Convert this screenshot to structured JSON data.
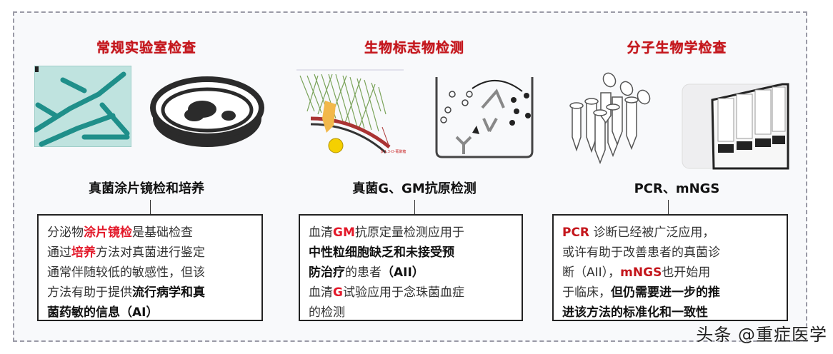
{
  "sections": [
    {
      "title": "常规实验室检查",
      "method": "真菌涂片镜检和培养",
      "images": [
        "microscopy-hyphae-image",
        "petri-dish-icon"
      ],
      "description": {
        "line1": {
          "a": "分泌物",
          "b": "涂片镜检",
          "c": "是基础检查"
        },
        "line2": {
          "a": "通过",
          "b": "培养",
          "c": "方法对真菌进行鉴定"
        },
        "line3": "通常伴随较低的敏感性，但该",
        "line4": {
          "a": "方法有助于提供",
          "b": "流行病学和真"
        },
        "line5": "菌药敏的信息（AI）"
      }
    },
    {
      "title": "生物标志物检测",
      "method": "真菌G、GM抗原检测",
      "images": [
        "fungal-cell-wall-diagram",
        "antigen-antibody-well-diagram"
      ],
      "description": {
        "line1": {
          "a": "血清",
          "b": "GM",
          "c": "抗原定量检测应用于"
        },
        "line2": "中性粒细胞缺乏和未接受预",
        "line3": {
          "a": "防治疗",
          "b": "的患者",
          "c": "（AII）"
        },
        "line4": {
          "a": "血清",
          "b": "G",
          "c": "试验应用于念珠菌血症"
        },
        "line5": "的检测"
      }
    },
    {
      "title": "分子生物学检查",
      "method": "PCR、mNGS",
      "images": [
        "pcr-tubes-icon",
        "sequencer-machine-image"
      ],
      "description": {
        "line1": {
          "a": "PCR",
          "b": " 诊断已经被广泛应用，"
        },
        "line2": "或许有助于改善患者的真菌诊",
        "line3": {
          "a": "断（AII），",
          "b": "mNGS",
          "c": "也开始用"
        },
        "line4": {
          "a": "于临床，",
          "b": "但仍需要进一步的推"
        },
        "line5": "进该方法的标准化和一致性"
      }
    }
  ],
  "watermark": "头条 @重症医学",
  "colors": {
    "title_red": "#c4161c",
    "highlight_red": "#e3192a",
    "border": "#222222"
  }
}
